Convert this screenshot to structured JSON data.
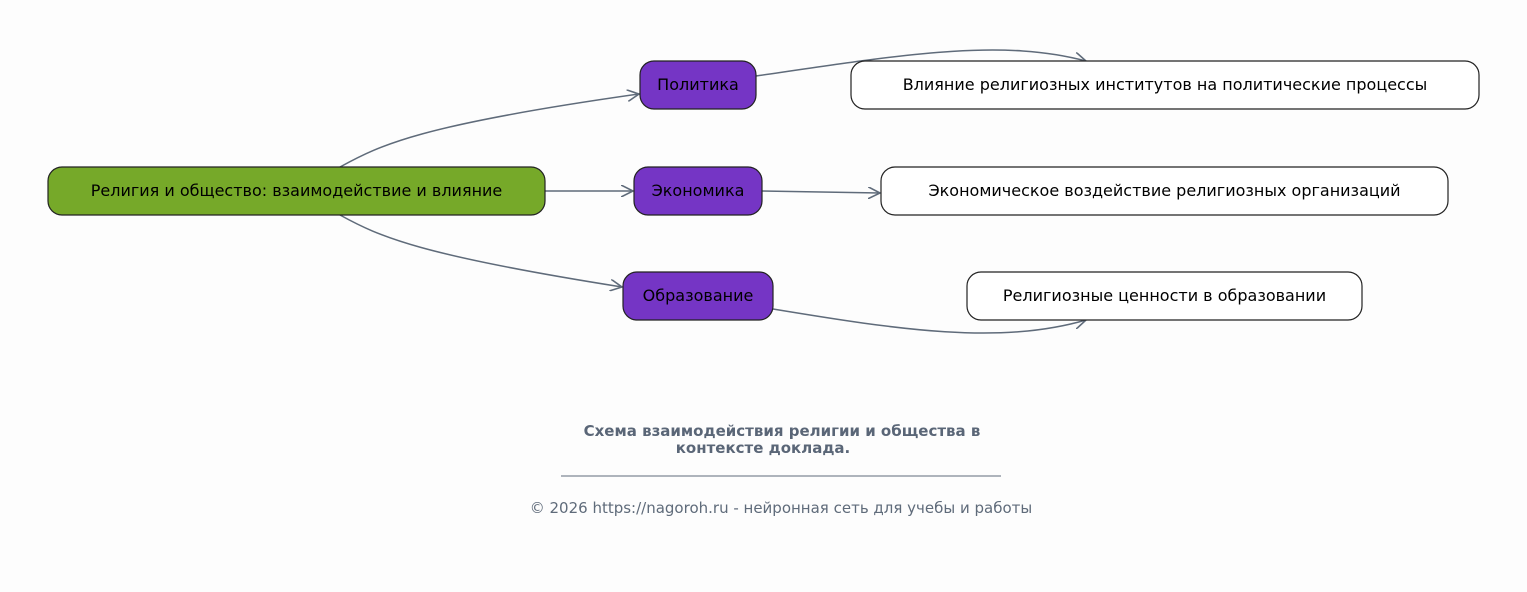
{
  "diagram": {
    "root": {
      "label": "Религия и общество: взаимодействие и влияние",
      "color": "#76a929"
    },
    "branches": [
      {
        "label": "Политика",
        "leaf": "Влияние религиозных институтов на политические процессы"
      },
      {
        "label": "Экономика",
        "leaf": "Экономическое воздействие религиозных организаций"
      },
      {
        "label": "Образование",
        "leaf": "Религиозные ценности в образовании"
      }
    ],
    "branch_color": "#7535c5",
    "leaf_color": "#ffffff",
    "edge_color": "#5f6b7a"
  },
  "caption": {
    "line1": "Схема взаимодействия религии и общества в",
    "line2": "контексте доклада."
  },
  "footer": "© 2026 https://nagoroh.ru - нейронная сеть для учебы и работы"
}
